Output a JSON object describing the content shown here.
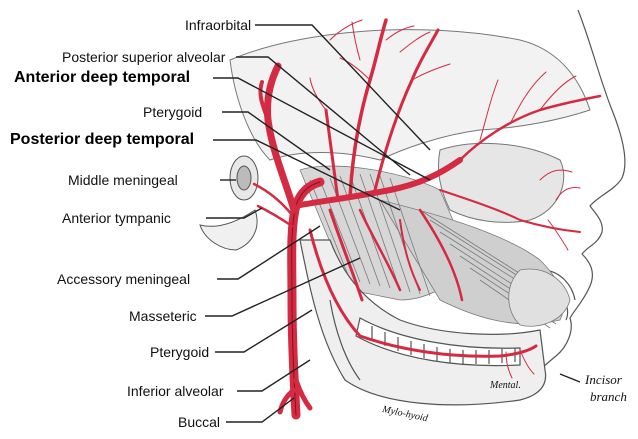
{
  "labels": {
    "infraorbital": "Infraorbital",
    "posterior_superior_alveolar": "Posterior superior alveolar",
    "anterior_deep_temporal": "Anterior deep temporal",
    "pterygoid_upper": "Pterygoid",
    "posterior_deep_temporal": "Posterior deep temporal",
    "middle_meningeal": "Middle meningeal",
    "anterior_tympanic": "Anterior tympanic",
    "accessory_meningeal": "Accessory meningeal",
    "masseteric": "Masseteric",
    "pterygoid_lower": "Pterygoid",
    "inferior_alveolar": "Inferior alveolar",
    "buccal": "Buccal",
    "incisor": "Incisor",
    "branch": "branch",
    "mental": "Mental.",
    "mylo_hyoid": "Mylo-hyoid"
  },
  "colors": {
    "artery": "#d42a42",
    "artery_dark": "#8a1020",
    "line": "#222222",
    "muscle": "#6b6b6b",
    "bone": "#9a9a9a"
  }
}
